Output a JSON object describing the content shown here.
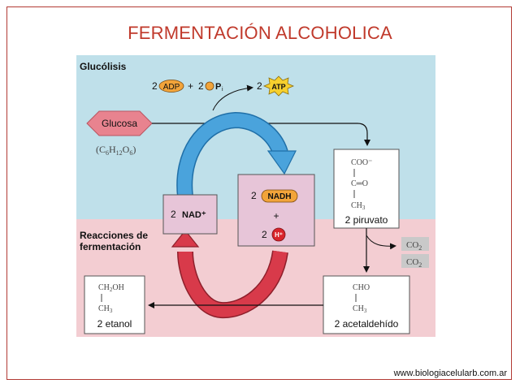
{
  "title": "FERMENTACIÓN ALCOHOLICA",
  "footer": "www.biologiacelularb.com.ar",
  "glycolysis": {
    "label": "Glucólisis",
    "adp": "ADP",
    "pi": "P",
    "pi_sub": "i",
    "atp": "ATP",
    "coef_adp": "2",
    "coef_pi": "2",
    "coef_atp": "2",
    "plus": "+"
  },
  "glucose": {
    "label": "Glucosa",
    "formula_c": "(C",
    "formula_c_sub": "6",
    "formula_h": "H",
    "formula_h_sub": "12",
    "formula_o": "O",
    "formula_o_sub": "6",
    "formula_close": ")"
  },
  "fermentation_label_line1": "Reacciones de",
  "fermentation_label_line2": "fermentación",
  "nad": {
    "coef": "2",
    "label": "NAD⁺"
  },
  "nadh": {
    "coef": "2",
    "label": "NADH",
    "plus": "+",
    "h_coef": "2",
    "h_label": "H⁺"
  },
  "pyruvate": {
    "line1": "COO⁻",
    "line3": "C═O",
    "line5": "CH",
    "line5_sub": "3",
    "name": "2 piruvato"
  },
  "co2": {
    "top": "CO",
    "top_sub": "2",
    "bottom": "CO",
    "bottom_sub": "2"
  },
  "acetaldehyde": {
    "line1": "CHO",
    "line3": "CH",
    "line3_sub": "3",
    "name": "2 acetaldehído"
  },
  "ethanol": {
    "line1": "CH",
    "line1_sub": "2",
    "line1_tail": "OH",
    "line3": "CH",
    "line3_sub": "3",
    "name": "2 etanol"
  },
  "colors": {
    "glycolysis_bg": "#bfe0ea",
    "fermentation_bg": "#f3cdd2",
    "glucose_fill": "#e8838f",
    "box_fill": "#e7c5d8",
    "adp_fill": "#f2a43a",
    "atp_fill": "#f6d02e",
    "nadh_fill": "#f2a43a",
    "h_fill": "#d9242b",
    "arrow_blue": "#4aa3dc",
    "arrow_red": "#d83a4a",
    "co2_fill": "#c9c9c9",
    "title": "#c0392b"
  }
}
